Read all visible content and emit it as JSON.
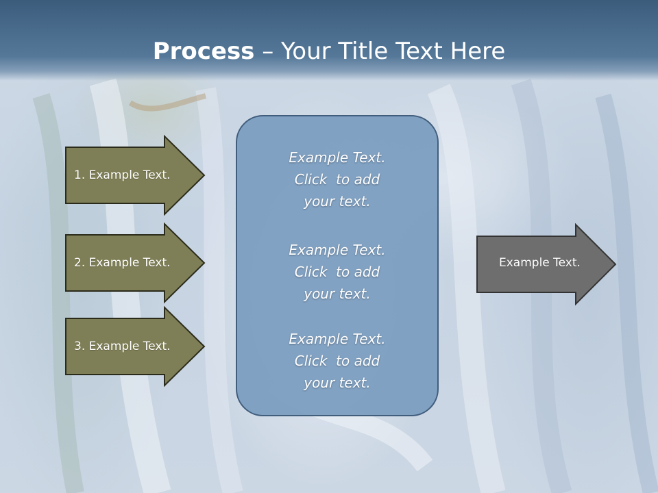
{
  "slide": {
    "title_bold": "Process",
    "title_rest": " – Your Title Text Here"
  },
  "inputs": [
    {
      "label": "1. Example Text."
    },
    {
      "label": "2. Example Text."
    },
    {
      "label": "3. Example Text."
    }
  ],
  "process_box": {
    "paragraphs": [
      {
        "line1": "Example Text.",
        "line2": "Click  to add",
        "line3": "your text."
      },
      {
        "line1": "Example Text.",
        "line2": "Click  to add",
        "line3": "your text."
      },
      {
        "line1": "Example Text.",
        "line2": "Click  to add",
        "line3": "your text."
      }
    ]
  },
  "output": {
    "label": "Example Text."
  },
  "colors": {
    "title_band": "#4a6d8f",
    "input_arrow_fill": "#7f7f57",
    "input_arrow_border": "#2b2b1b",
    "process_box_fill": "#7fa0c2",
    "process_box_border": "#3d5a7a",
    "output_arrow_fill": "#6e6e6e",
    "output_arrow_border": "#333333"
  }
}
